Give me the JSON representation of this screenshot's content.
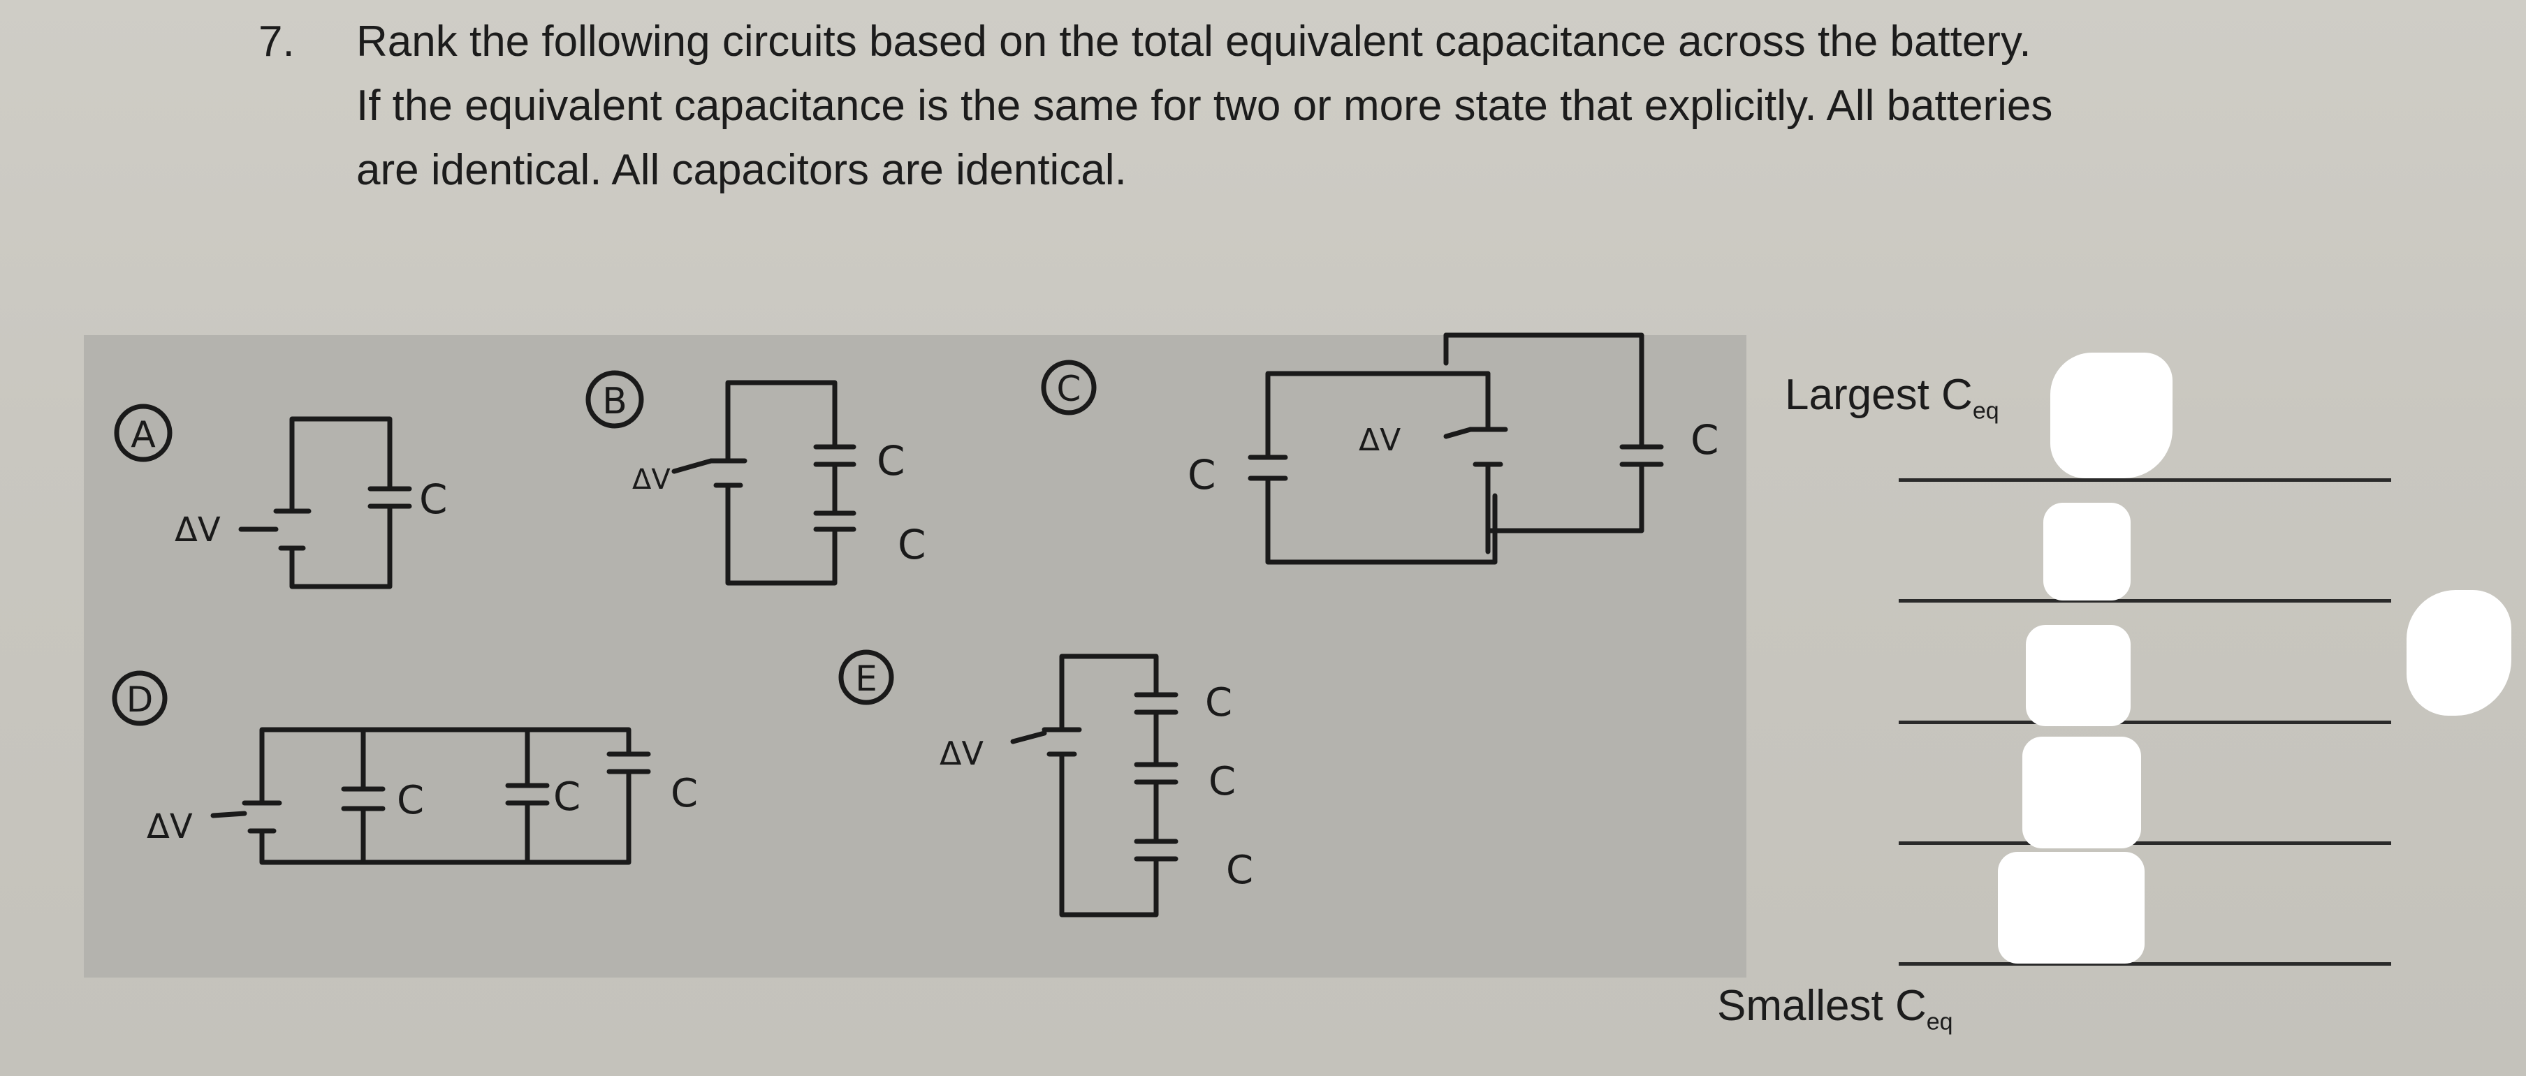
{
  "question": {
    "number": "7.",
    "lines": [
      "Rank the following circuits based on the total equivalent capacitance across the battery.",
      "If the equivalent capacitance is the same for two or more state that explicitly.  All batteries",
      "are identical.  All capacitors are identical."
    ]
  },
  "circuits": {
    "a": {
      "letter": "A",
      "battery_label": "ΔV",
      "cap_labels": [
        "C"
      ]
    },
    "b": {
      "letter": "B",
      "battery_label": "ΔV",
      "cap_labels": [
        "C",
        "C"
      ]
    },
    "c": {
      "letter": "C",
      "battery_label": "ΔV",
      "cap_labels": [
        "C",
        "C"
      ]
    },
    "d": {
      "letter": "D",
      "battery_label": "ΔV",
      "cap_labels": [
        "C",
        "C",
        "C"
      ]
    },
    "e": {
      "letter": "E",
      "battery_label": "ΔV",
      "cap_labels": [
        "C",
        "C",
        "C"
      ]
    }
  },
  "ranking": {
    "largest_label": "Largest C",
    "largest_sub": "eq",
    "smallest_label": "Smallest C",
    "smallest_sub": "eq",
    "blank_count": 5
  }
}
